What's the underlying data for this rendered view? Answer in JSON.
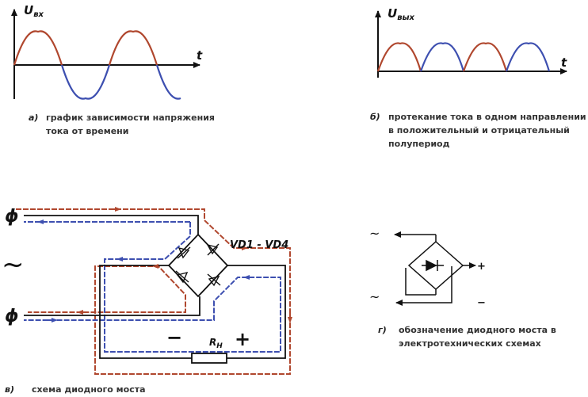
{
  "panel_a": {
    "axis_y_label": "U",
    "axis_y_sub": "вх",
    "axis_x_label": "t",
    "letter": "а)",
    "caption_lines": [
      "график зависимости напряжения",
      "тока от времени"
    ]
  },
  "panel_b": {
    "axis_y_label": "U",
    "axis_y_sub": "вых",
    "axis_x_label": "t",
    "letter": "б)",
    "caption_lines": [
      "протекание тока в одном направлении",
      "в положительный и отрицательный",
      "полупериод"
    ]
  },
  "panel_c": {
    "phi_top": "ϕ",
    "phi_bottom": "ϕ",
    "ac_symbol": "~",
    "diodes_label": "VD1 - VD4",
    "load_label": "R",
    "load_sub": "Н",
    "minus_sign": "−",
    "plus_sign": "+",
    "letter": "в)",
    "caption_lines": [
      "схема диодного моста"
    ]
  },
  "panel_d": {
    "tilde_top": "~",
    "tilde_bottom": "~",
    "plus_sign": "+",
    "minus_sign": "−",
    "letter": "г)",
    "caption_lines": [
      "обозначение диодного моста в",
      "электротехнических схемах"
    ]
  },
  "colors": {
    "positive": "#b0472e",
    "negative": "#3d4fb0",
    "wire": "#111111"
  }
}
